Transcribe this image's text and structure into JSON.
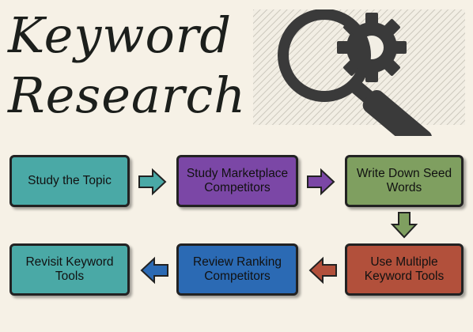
{
  "title": {
    "line1": "Keyword",
    "line2": "Research"
  },
  "hero_icon": "magnifier-with-gear-icon",
  "steps": [
    {
      "label": "Study the Topic",
      "color": "#4aa9a6"
    },
    {
      "label": "Study Marketplace Competitors",
      "color": "#7b47a6"
    },
    {
      "label": "Write Down Seed Words",
      "color": "#7f9f60"
    },
    {
      "label": "Use Multiple Keyword Tools",
      "color": "#b2503b"
    },
    {
      "label": "Review Ranking Competitors",
      "color": "#2b6ab4"
    },
    {
      "label": "Revisit Keyword Tools",
      "color": "#4aa9a6"
    }
  ],
  "arrows": [
    {
      "from_step": 1,
      "to_step": 2,
      "color": "#4aa9a6"
    },
    {
      "from_step": 2,
      "to_step": 3,
      "color": "#7b47a6"
    },
    {
      "from_step": 3,
      "to_step": 4,
      "color": "#7f9f60"
    },
    {
      "from_step": 4,
      "to_step": 5,
      "color": "#b2503b"
    },
    {
      "from_step": 5,
      "to_step": 6,
      "color": "#2b6ab4"
    }
  ]
}
